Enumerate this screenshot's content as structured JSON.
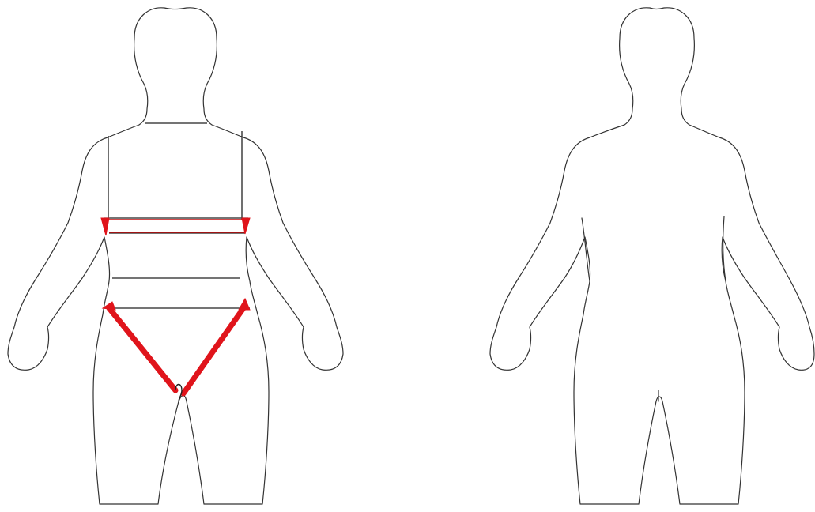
{
  "figures": [
    {
      "id": "front",
      "view": "front",
      "has_harness": true
    },
    {
      "id": "back",
      "view": "back",
      "has_harness": false
    }
  ],
  "colors": {
    "background": "#ffffff",
    "outline": "#333333",
    "guide": "#222222",
    "harness": "#e0141b",
    "harness_line": "#c81010"
  }
}
